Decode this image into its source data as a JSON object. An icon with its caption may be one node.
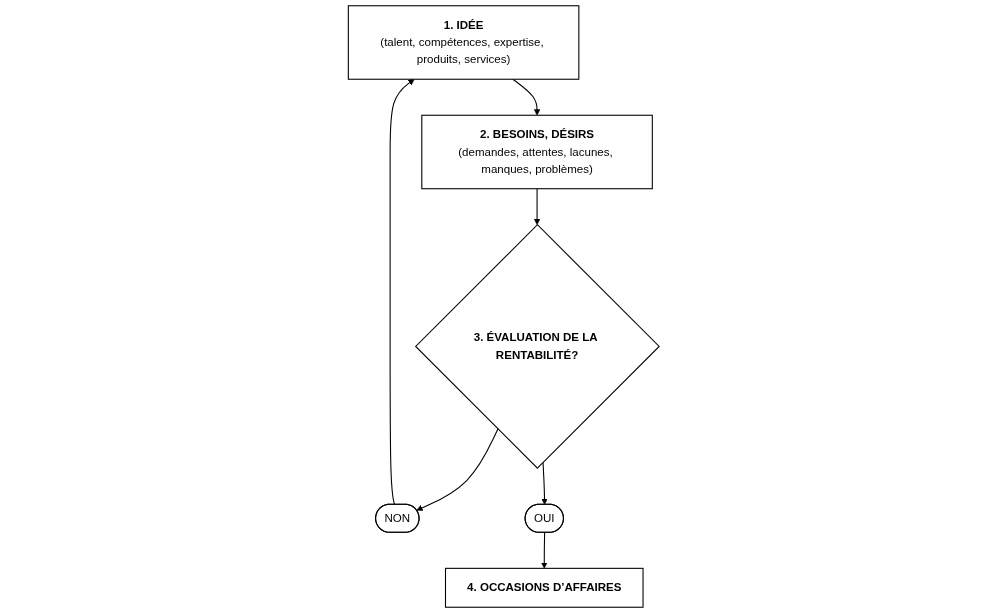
{
  "diagram": {
    "nodes": [
      {
        "text": [
          "1. IDÉE",
          "(talent, compétences, expertise, produits, services)"
        ]
      },
      {
        "text": [
          "2. BESOINS, DÉSIRS",
          "(demandes, attentes, lacunes, manques, problèmes)"
        ]
      },
      {
        "text": [
          "3. ÉVALUATION DE LA RENTABILITÉ?"
        ]
      },
      {
        "text": [
          "NON"
        ]
      },
      {
        "text": [
          "OUI"
        ]
      },
      {
        "text": [
          "4. OCCASIONS D’AFFAIRES"
        ]
      }
    ],
    "edges": [
      {
        "from": 0,
        "to": 1,
        "arrow": "to"
      },
      {
        "from": 1,
        "to": 2,
        "arrow": "to"
      },
      {
        "from": 2,
        "to": 3,
        "arrow": "to"
      },
      {
        "from": 3,
        "to": 0,
        "arrow": "to"
      },
      {
        "from": 2,
        "to": 4,
        "arrow": "to"
      },
      {
        "from": 4,
        "to": 5,
        "arrow": "to"
      }
    ]
  }
}
